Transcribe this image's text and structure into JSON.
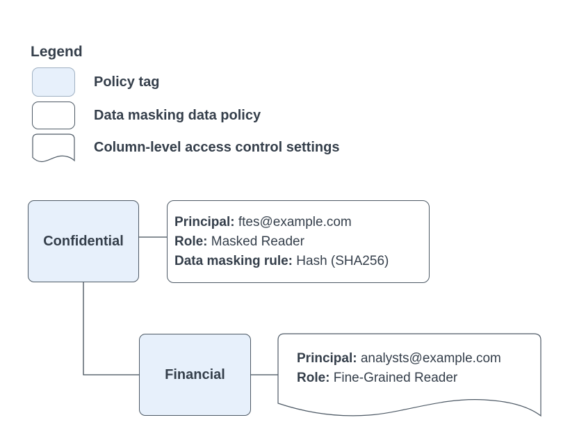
{
  "legend": {
    "title": "Legend",
    "items": [
      {
        "shape": "policy-tag",
        "label": "Policy tag"
      },
      {
        "shape": "data-masking-data-policy",
        "label": "Data masking data policy"
      },
      {
        "shape": "column-level-access-control-settings",
        "label": "Column-level access control settings"
      }
    ]
  },
  "nodes": {
    "confidential": {
      "label": "Confidential"
    },
    "financial": {
      "label": "Financial"
    }
  },
  "policies": {
    "masking": {
      "fields": [
        {
          "label": "Principal:",
          "value": "ftes@example.com"
        },
        {
          "label": "Role:",
          "value": "Masked Reader"
        },
        {
          "label": "Data masking rule:",
          "value": "Hash (SHA256)"
        }
      ]
    },
    "column_access": {
      "fields": [
        {
          "label": "Principal:",
          "value": "analysts@example.com"
        },
        {
          "label": "Role:",
          "value": "Fine-Grained Reader"
        }
      ]
    }
  },
  "colors": {
    "policy_tag_fill": "#e7f0fb",
    "policy_tag_border": "#9fb0c2",
    "shape_border": "#4c5864",
    "text": "#343e4a",
    "connector": "#3f4a56"
  }
}
